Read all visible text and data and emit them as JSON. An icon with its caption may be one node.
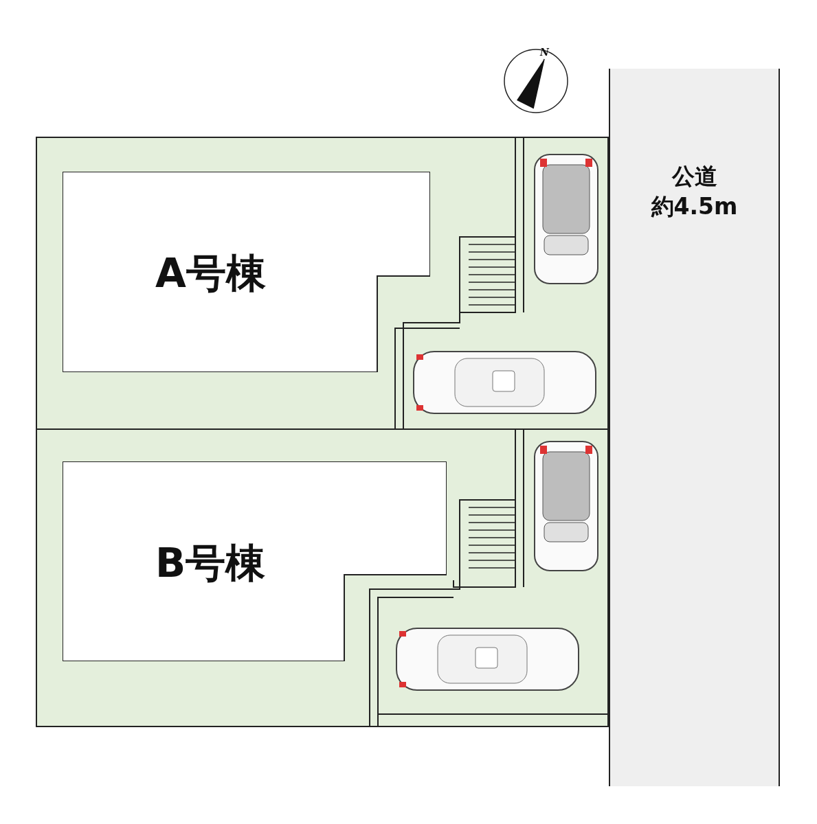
{
  "diagram": {
    "nodes": [
      {
        "text": [
          "A号棟"
        ]
      },
      {
        "text": [
          "B号棟"
        ]
      },
      {
        "text": [
          "公道",
          "約4.5m"
        ]
      }
    ],
    "edges": [],
    "labels": [
      "N"
    ]
  }
}
